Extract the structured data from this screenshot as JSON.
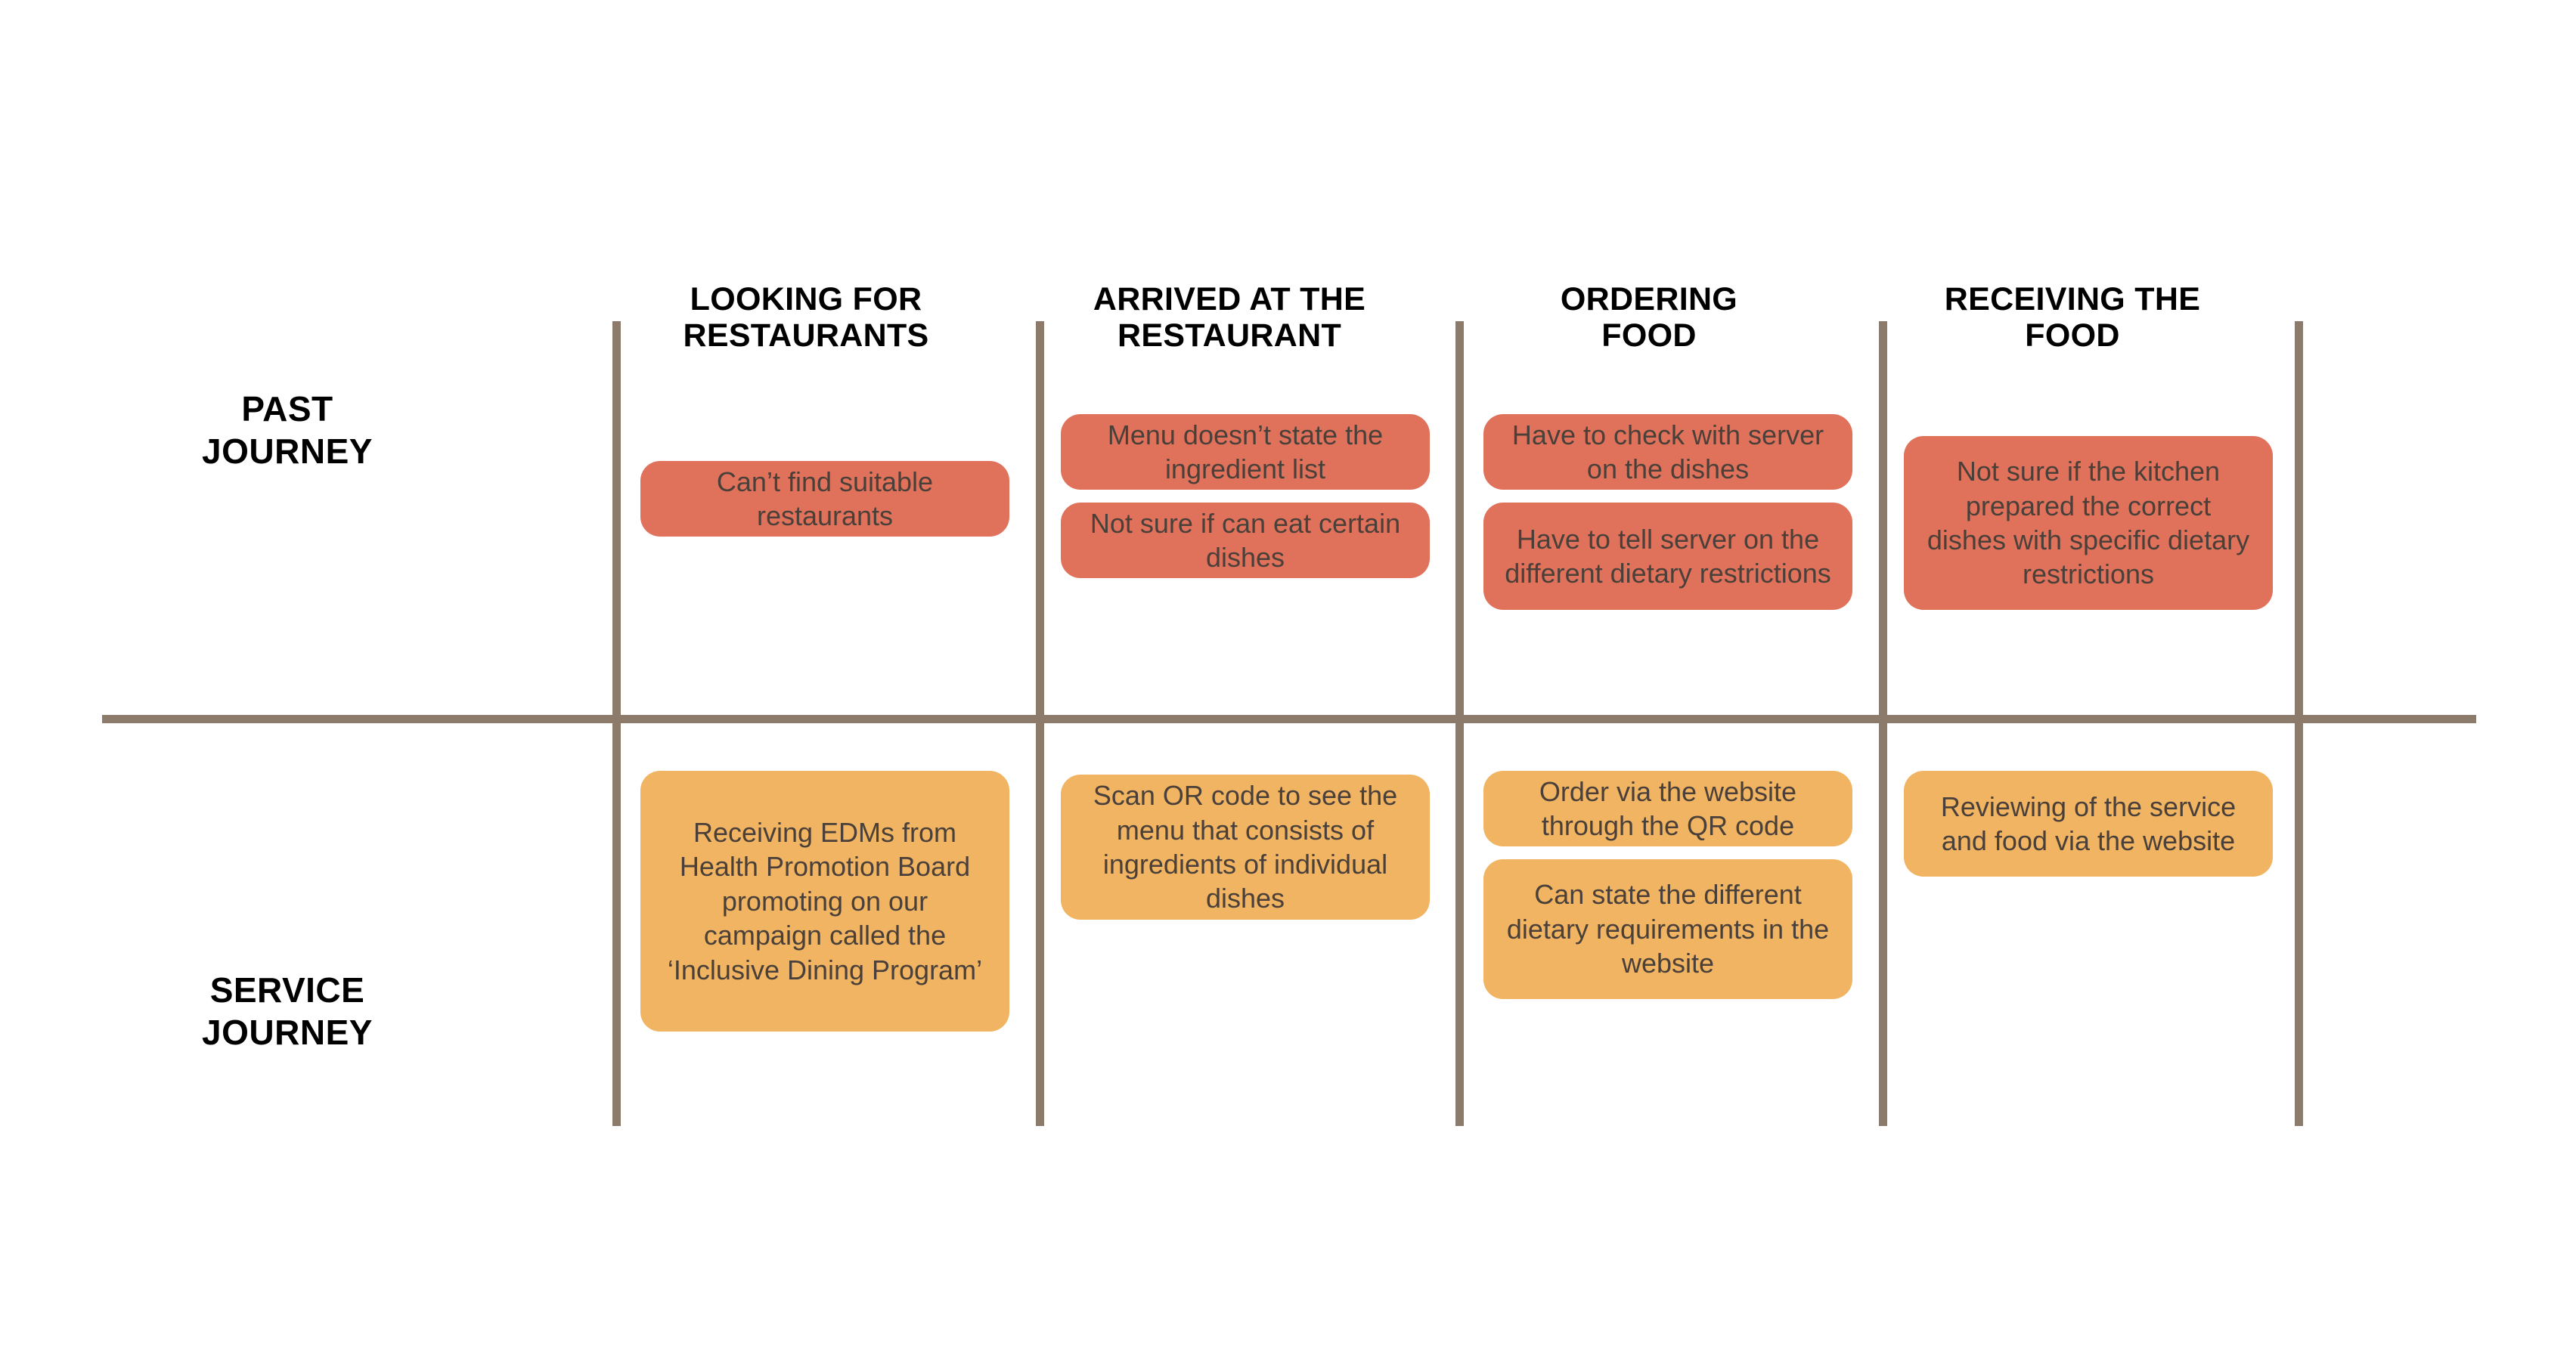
{
  "colors": {
    "grid_line": "#8C7B6B",
    "pain_card": "#E0725C",
    "service_card": "#F0B463",
    "card_text": "#4A4039",
    "header_text": "#000000",
    "background": "#FFFFFF"
  },
  "rows": [
    {
      "id": "past",
      "label_line1": "PAST",
      "label_line2": "JOURNEY"
    },
    {
      "id": "service",
      "label_line1": "SERVICE",
      "label_line2": "JOURNEY"
    }
  ],
  "stages": [
    {
      "id": "looking-for-restaurants",
      "header_line1": "LOOKING FOR",
      "header_line2": "RESTAURANTS"
    },
    {
      "id": "arrived-at-the-restaurant",
      "header_line1": "ARRIVED AT THE",
      "header_line2": "RESTAURANT"
    },
    {
      "id": "ordering-food",
      "header_line1": "ORDERING",
      "header_line2": "FOOD"
    },
    {
      "id": "receiving-the-food",
      "header_line1": "RECEIVING THE",
      "header_line2": "FOOD"
    }
  ],
  "past_journey_cards": {
    "stage1": [
      {
        "text": "Can’t find suitable restaurants"
      }
    ],
    "stage2": [
      {
        "text": "Menu doesn’t state the ingredient list"
      },
      {
        "text": "Not sure if can eat certain dishes"
      }
    ],
    "stage3": [
      {
        "text": "Have to check with server on the dishes"
      },
      {
        "text": "Have to tell server on the different dietary restrictions"
      }
    ],
    "stage4": [
      {
        "text": "Not sure if the kitchen prepared the correct dishes with specific dietary restrictions"
      }
    ]
  },
  "service_journey_cards": {
    "stage1": [
      {
        "text": "Receiving EDMs from Health Promotion Board promoting on our campaign called the ‘Inclusive Dining Program’"
      }
    ],
    "stage2": [
      {
        "text": "Scan OR code to see the menu that consists of ingredients of individual dishes"
      }
    ],
    "stage3": [
      {
        "text": "Order via the website through the QR code"
      },
      {
        "text": "Can state the different dietary requirements in the website"
      }
    ],
    "stage4": [
      {
        "text": "Reviewing of the service and food via the website"
      }
    ]
  }
}
